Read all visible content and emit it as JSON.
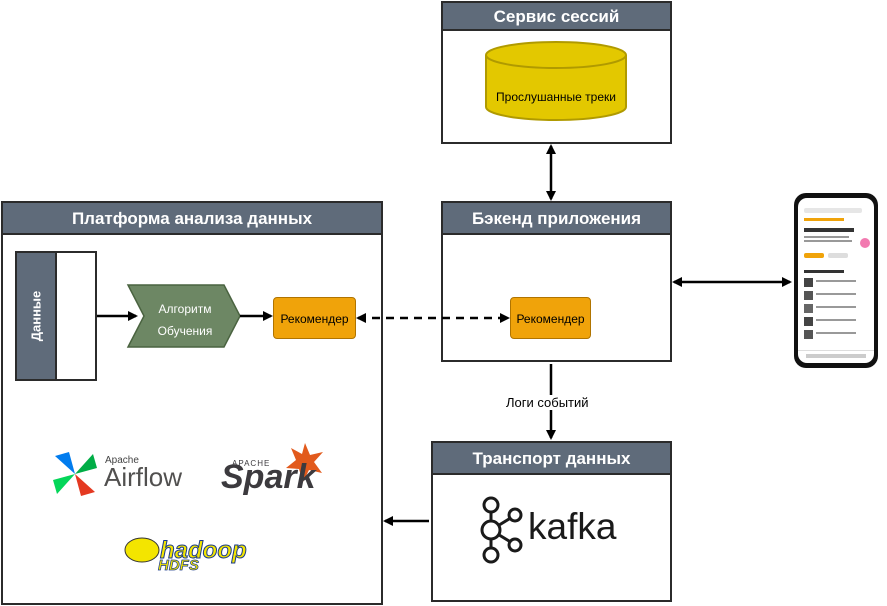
{
  "session_service": {
    "title": "Сервис сессий",
    "db_label": "Прослушанные треки"
  },
  "backend": {
    "title": "Бэкенд приложения",
    "recommender": "Рекомендер"
  },
  "platform": {
    "title": "Платформа анализа данных",
    "data_label": "Данные",
    "algorithm_line1": "Алгоритм",
    "algorithm_line2": "Обучения",
    "recommender": "Рекомендер"
  },
  "transport": {
    "title": "Транспорт данных",
    "kafka": "kafka"
  },
  "event_logs_label": "Логи событий",
  "logos": {
    "airflow_small": "Apache",
    "airflow": "Airflow",
    "spark_small": "APACHE",
    "spark": "Spark",
    "hadoop": "hadoop",
    "hdfs": "HDFS"
  },
  "colors": {
    "header": "#5f6b7a",
    "orange": "#f0a30a",
    "algorithm": "#6d8764",
    "cylinder": "#e3c800"
  }
}
